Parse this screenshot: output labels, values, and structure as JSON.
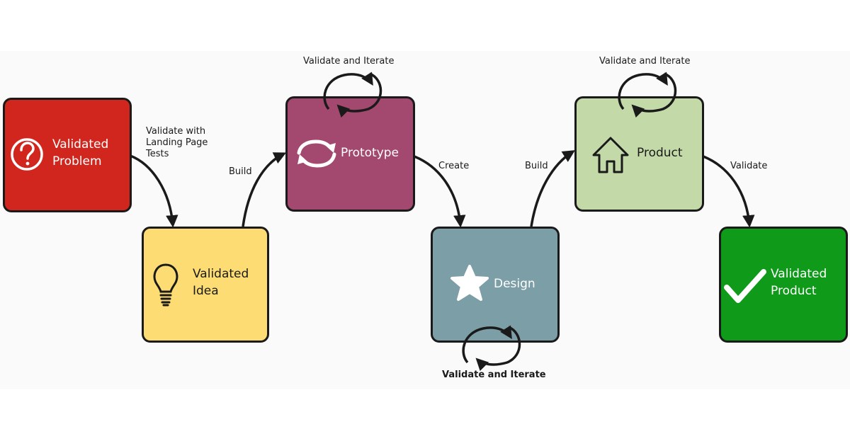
{
  "colors": {
    "problem": "#d0261e",
    "idea": "#fddd73",
    "prototype": "#a3486f",
    "design": "#7c9ea6",
    "product": "#c3d9a8",
    "validated_product": "#0f9a1a",
    "outline": "#1a1a1a"
  },
  "nodes": {
    "problem": {
      "label": "Validated\nProblem",
      "icon": "question-mark-icon"
    },
    "idea": {
      "label": "Validated\nIdea",
      "icon": "light-bulb-icon"
    },
    "prototype": {
      "label": "Prototype",
      "icon": "refresh-arrows-icon"
    },
    "design": {
      "label": "Design",
      "icon": "star-icon"
    },
    "product": {
      "label": "Product",
      "icon": "house-icon"
    },
    "validated_product": {
      "label": "Validated\nProduct",
      "icon": "check-mark-icon"
    }
  },
  "edges": {
    "problem_to_idea": "Validate with\nLanding Page\nTests",
    "idea_to_prototype": "Build",
    "prototype_to_design": "Create",
    "design_to_product": "Build",
    "product_to_validated": "Validate"
  },
  "loops": {
    "prototype": "Validate and Iterate",
    "product": "Validate and Iterate",
    "design": "Validate and Iterate"
  }
}
